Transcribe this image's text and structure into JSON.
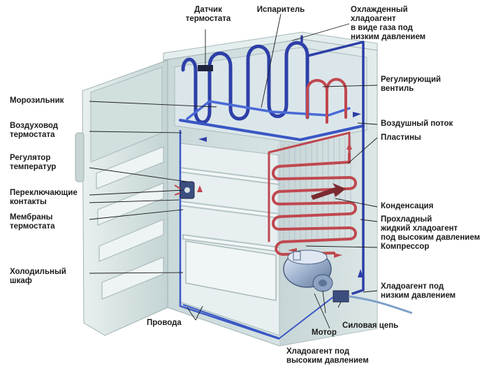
{
  "labels": {
    "thermostat_sensor": "Датчик\nтермостата",
    "evaporator": "Испаритель",
    "cooled_refrigerant": "Охлажденный\nхладоагент\nв виде газа под\nнизким давлением",
    "regulating_valve": "Регулирующий\nвентиль",
    "freezer": "Морозильник",
    "air_flow": "Воздушный поток",
    "thermostat_duct": "Воздуховод\nтермостата",
    "plates": "Пластины",
    "temp_regulator": "Регулятор\nтемператур",
    "switch_contacts": "Переключающие\nконтакты",
    "thermostat_membranes": "Мембраны\nтермостата",
    "condensation": "Конденсация",
    "cool_liquid": "Прохладный\nжидкий хладоагент\nпод высоким давлением",
    "compressor": "Компрессор",
    "fridge_cabinet": "Холодильный\nшкаф",
    "low_pressure_refrigerant": "Хладоагент под\nнизким давлением",
    "wires": "Провода",
    "motor": "Мотор",
    "power_circuit": "Силовая цепь",
    "high_pressure_refrigerant": "Хладоагент под\nвысоким давлением"
  },
  "colors": {
    "cold_pipe": "#2d3fa8",
    "warm_pipe": "#c0484f",
    "cabinet": "#d6e2e2",
    "cabinet_dark": "#aebfc0",
    "leader": "#1b1b1b"
  }
}
